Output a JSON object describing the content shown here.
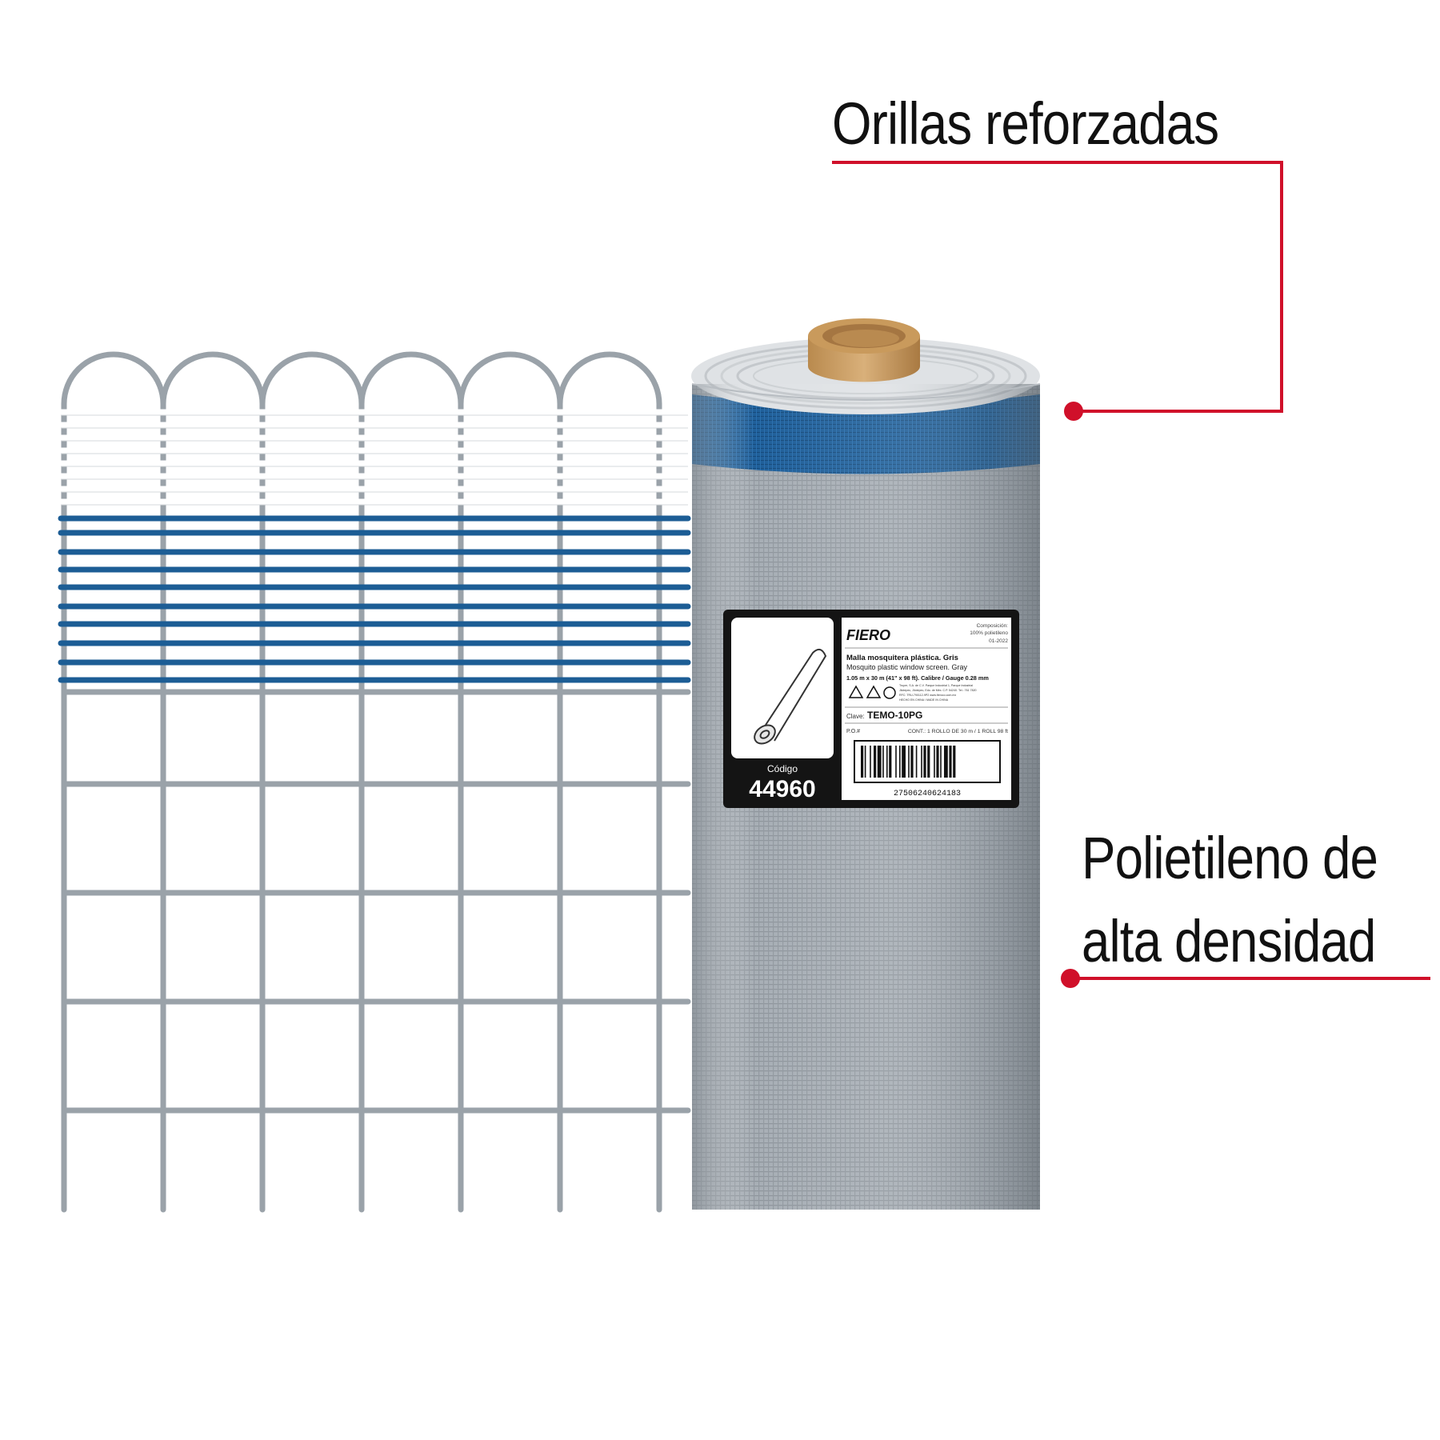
{
  "callouts": {
    "reinforced_edges": "Orillas reforzadas",
    "material_line1": "Polietileno de",
    "material_line2": "alta densidad"
  },
  "label": {
    "brand": "FIERO",
    "composition_title": "Composición:",
    "composition_value": "100% polietileno",
    "date_code": "01-2022",
    "product_es": "Malla mosquitera plástica. Gris",
    "product_en": "Mosquito plastic window screen. Gray",
    "dimensions": "1.05 m x 30 m (41\" x 98 ft). Calibre / Gauge 0.28 mm",
    "importer_1": "Truper, S.A. de C.V. Parque Industrial 1, Parque Industrial",
    "importer_2": "Jilotepec, Jilotepec, Edo. de Méx. C.P. 54240. Tel.: 761 7820",
    "importer_3": "RFC: TRU-790112-9P2 www.fieroco.com.mx",
    "importer_4": "HECHO EN CHINA / MADE IN CHINA",
    "clave_label": "Clave:",
    "clave_value": "TEMO-10PG",
    "po_label": "P.O.#",
    "contents": "CONT.: 1 ROLLO DE 30 m  / 1 ROLL 98 ft",
    "codigo_label": "Código",
    "codigo_value": "44960",
    "barcode_number": "27506240624183"
  },
  "colors": {
    "accent_red": "#d0102a",
    "edge_blue": "#1c5d95",
    "mesh_gray": "#9aa2a9",
    "label_black": "#141414"
  }
}
